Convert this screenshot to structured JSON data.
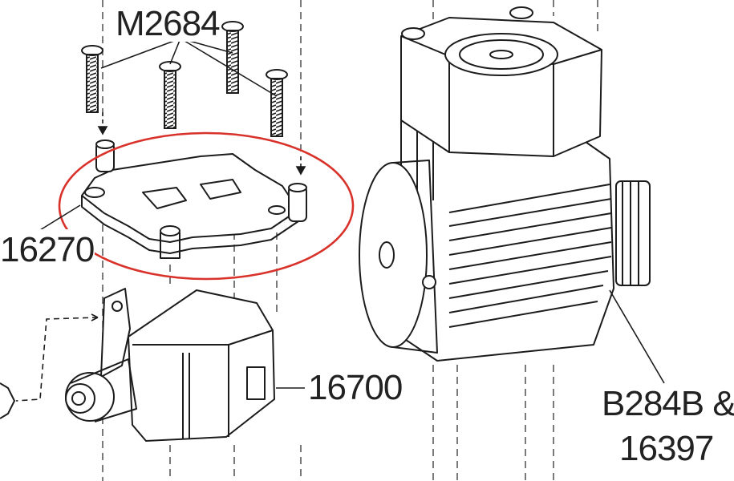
{
  "diagram": {
    "labels": {
      "screws": "M2684",
      "mount_plate": "16270",
      "servo": "16700",
      "motor_line1": "B284B &",
      "motor_line2": "16397"
    },
    "colors": {
      "line": "#1c1c1c",
      "highlight_ellipse": "#d8322b",
      "background": "#ffffff"
    }
  }
}
